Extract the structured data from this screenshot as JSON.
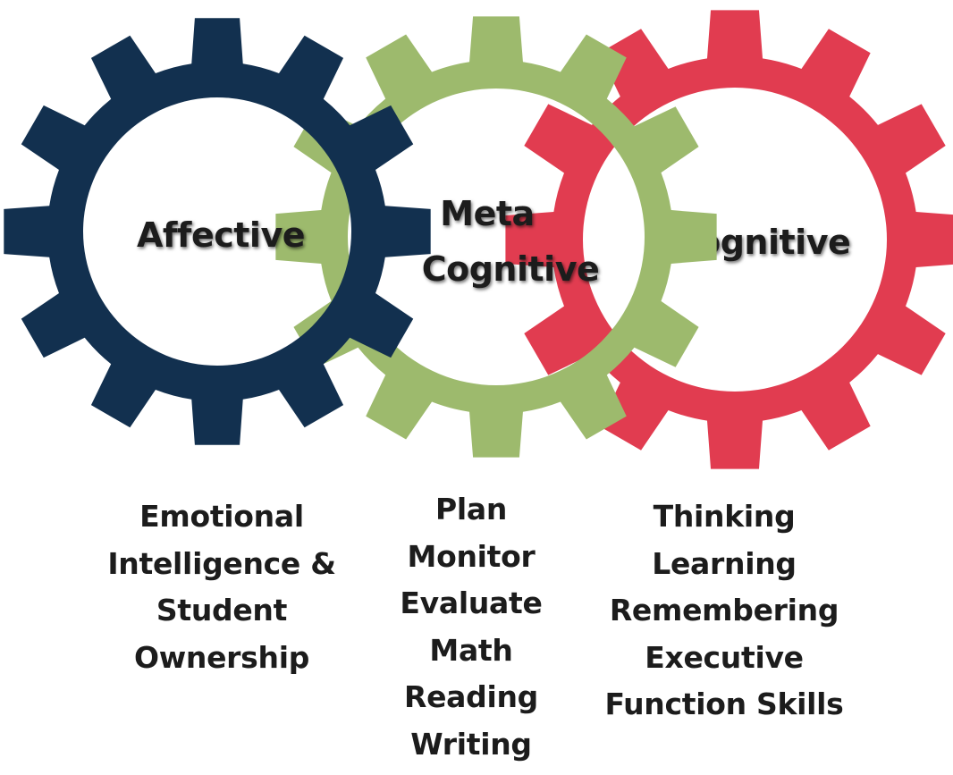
{
  "gears": {
    "affective": {
      "title": "Affective",
      "color": "#12304f"
    },
    "meta": {
      "title_line1": "Meta",
      "title_line2": "Cognitive",
      "color": "#9dba6d"
    },
    "cognitive": {
      "title": "Cognitive",
      "color": "#e13c50"
    }
  },
  "columns": {
    "affective": [
      "Emotional",
      "Intelligence &",
      "Student",
      "Ownership"
    ],
    "meta": [
      "Plan",
      "Monitor",
      "Evaluate",
      "Math",
      "Reading",
      "Writing"
    ],
    "cognitive": [
      "Thinking",
      "Learning",
      "Remembering",
      "Executive",
      "Function Skills"
    ]
  }
}
